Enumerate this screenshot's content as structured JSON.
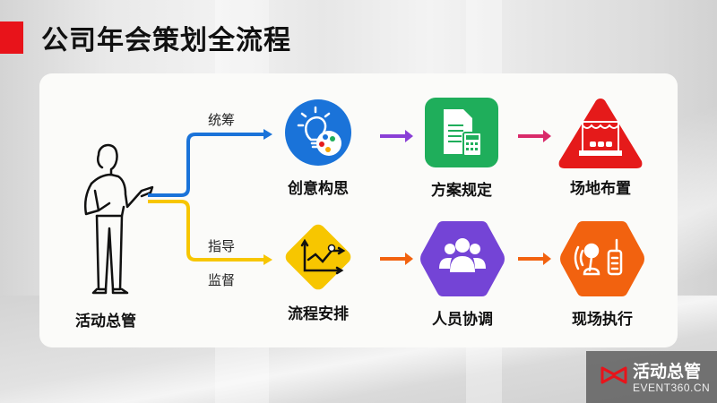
{
  "title": "公司年会策划全流程",
  "colors": {
    "accent_red": "#e8131a",
    "blue": "#1a73d9",
    "yellow": "#f7c600",
    "green": "#1fae5b",
    "red": "#e51a1a",
    "purple": "#7444d6",
    "orange": "#f2620f"
  },
  "person": {
    "icon": "person-presenting-icon",
    "label": "活动总管"
  },
  "branches": {
    "top": {
      "label": "统筹",
      "color": "#1a73d9"
    },
    "bottom": {
      "labels": [
        "指导",
        "监督"
      ],
      "color": "#f7c600"
    }
  },
  "rows": [
    {
      "nodes": [
        {
          "label": "创意构思",
          "shape": "circle",
          "color": "#1a73d9",
          "icon": "lightbulb-palette-icon"
        },
        {
          "label": "方案规定",
          "shape": "rounded-square",
          "color": "#1fae5b",
          "icon": "document-calculator-icon"
        },
        {
          "label": "场地布置",
          "shape": "triangle",
          "color": "#e51a1a",
          "icon": "stage-icon"
        }
      ],
      "arrow_colors": [
        "#8a3fd6",
        "#d92a6a"
      ]
    },
    {
      "nodes": [
        {
          "label": "流程安排",
          "shape": "diamond",
          "color": "#f7c600",
          "icon": "chart-trend-icon"
        },
        {
          "label": "人员协调",
          "shape": "hexagon",
          "color": "#7444d6",
          "icon": "people-group-icon"
        },
        {
          "label": "现场执行",
          "shape": "hexagon",
          "color": "#f2620f",
          "icon": "microphone-walkie-talkie-icon"
        }
      ],
      "arrow_colors": [
        "#f2620f",
        "#f2620f"
      ]
    }
  ],
  "logo": {
    "name": "活动总管",
    "url": "EVENT360.CN",
    "icon": "bowtie-logo-icon"
  }
}
